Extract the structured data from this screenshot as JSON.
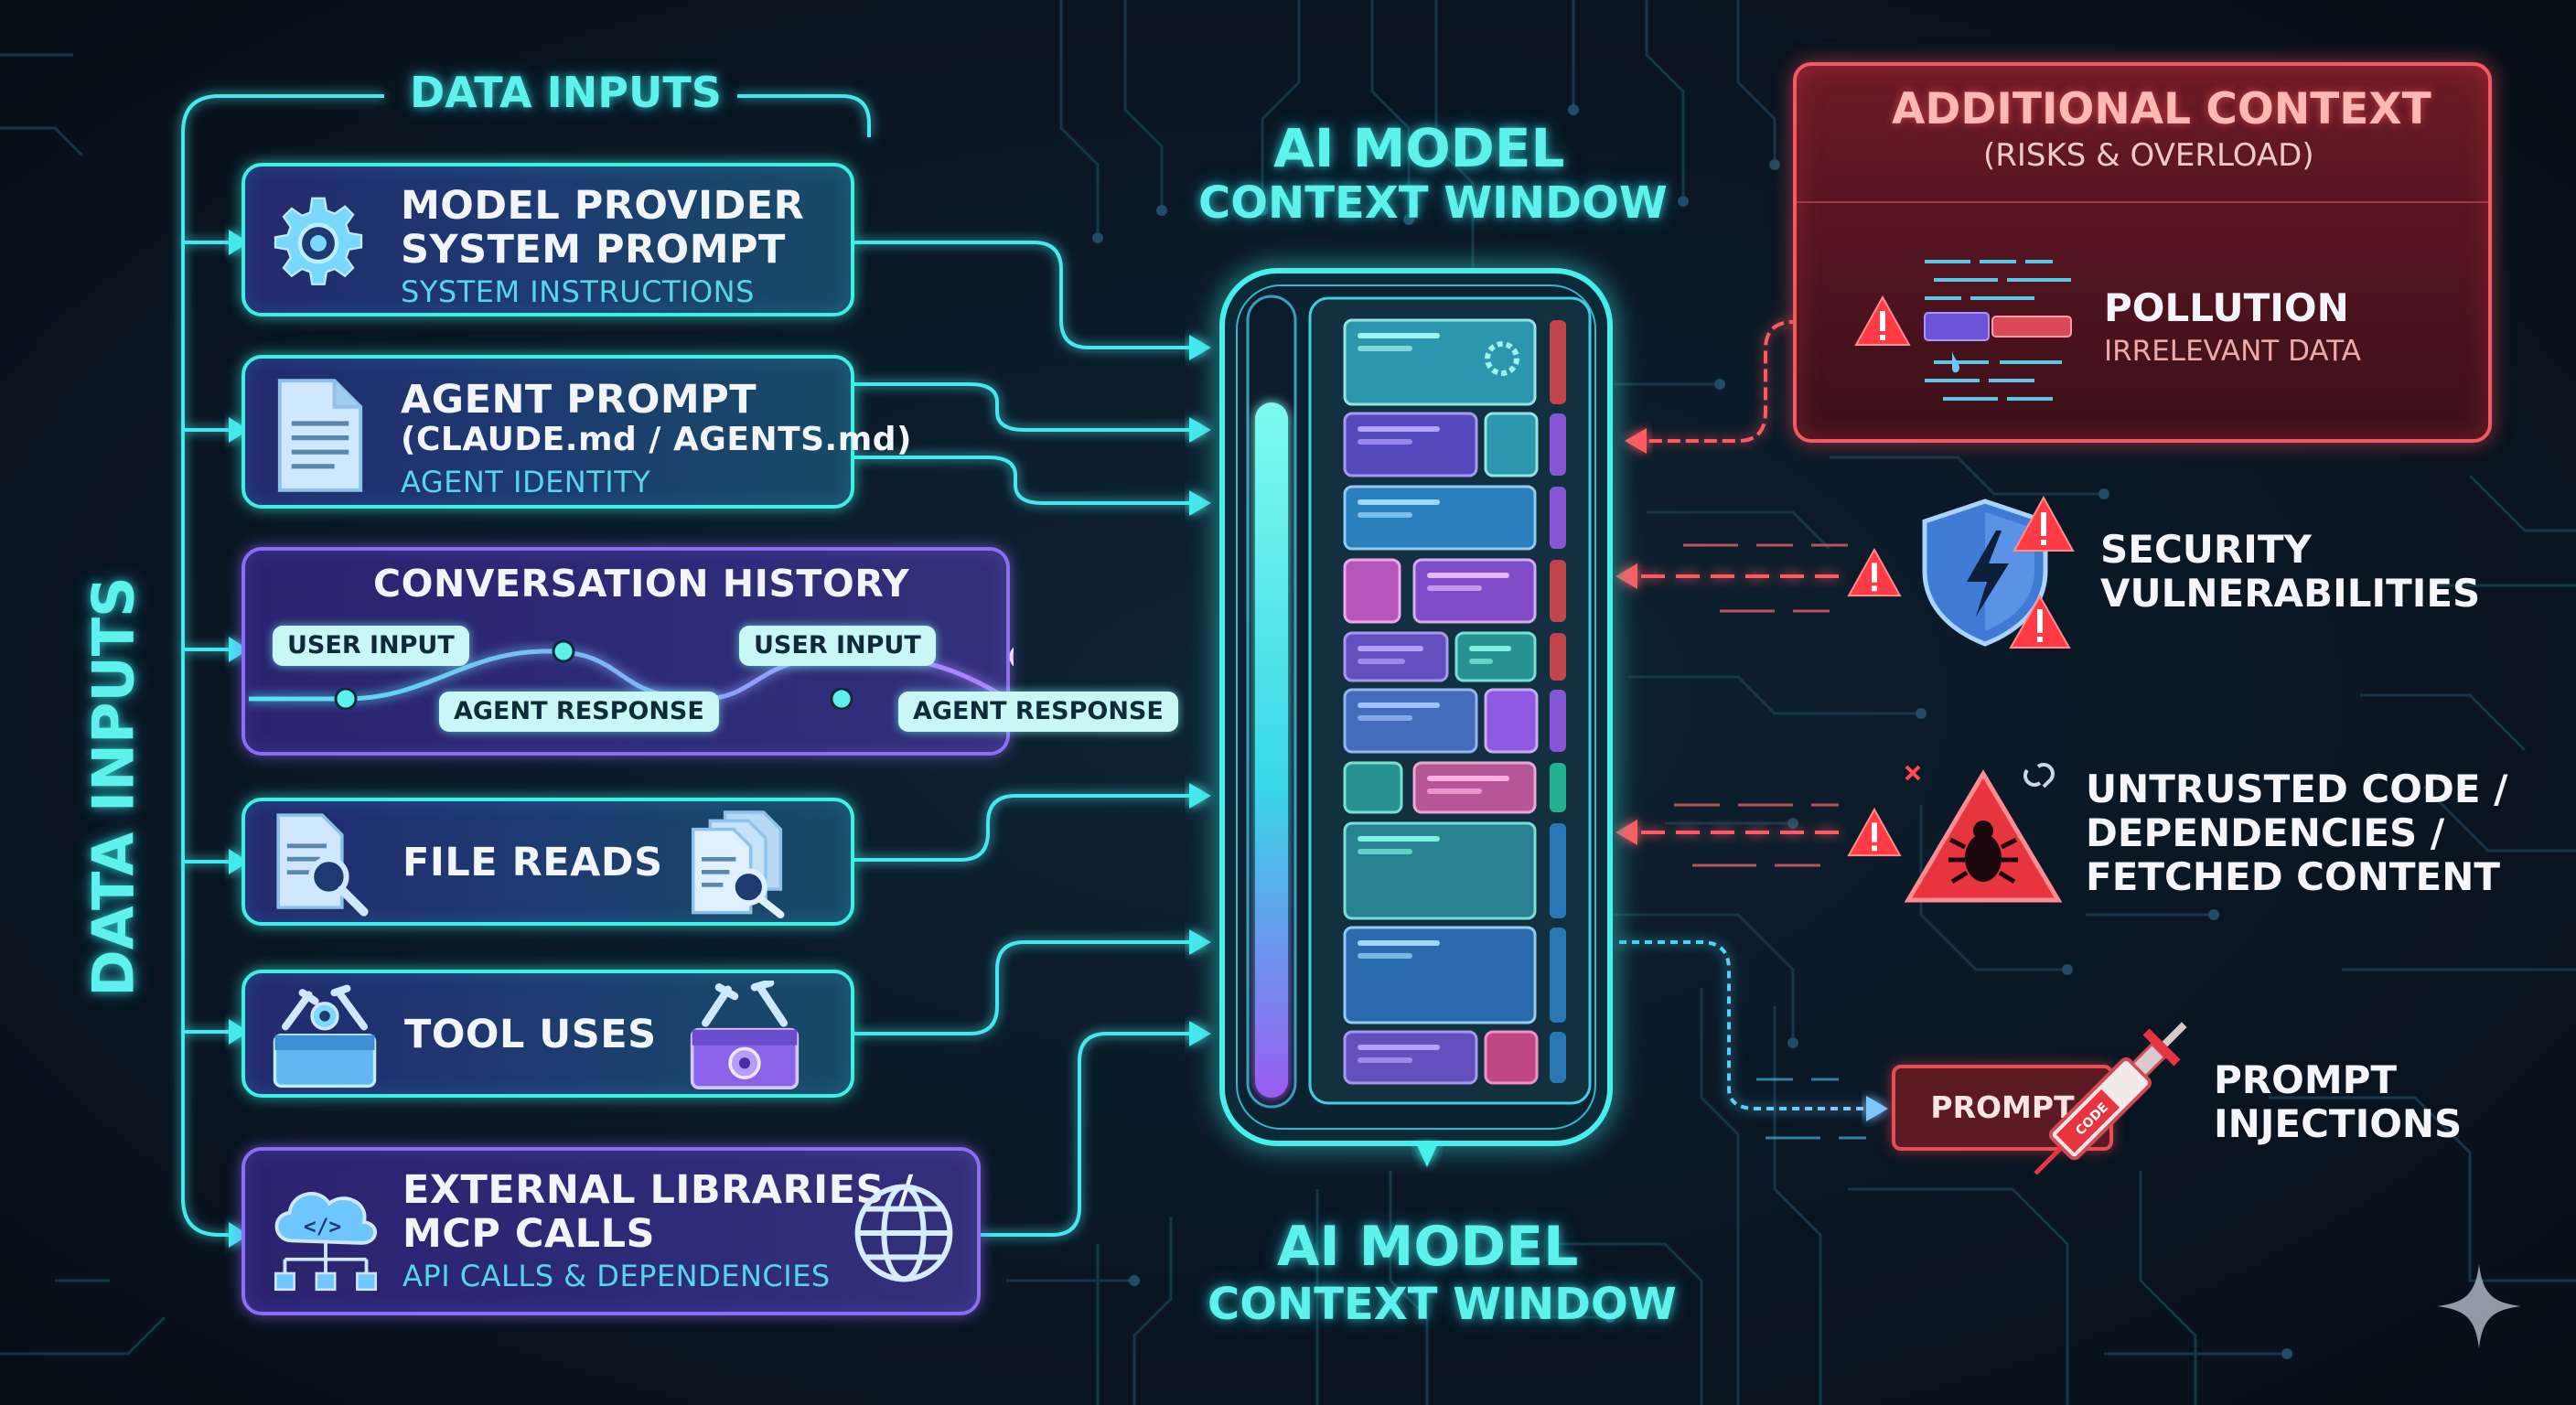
{
  "title_top": {
    "line1": "AI MODEL",
    "line2": "CONTEXT WINDOW"
  },
  "title_bottom": {
    "line1": "AI MODEL",
    "line2": "CONTEXT WINDOW"
  },
  "data_inputs_label": "DATA INPUTS",
  "data_inputs_vertical": "DATA INPUTS",
  "inputs": [
    {
      "title1": "MODEL PROVIDER",
      "title2": "SYSTEM PROMPT",
      "sub": "SYSTEM INSTRUCTIONS",
      "icon": "gear-icon"
    },
    {
      "title1": "AGENT PROMPT",
      "title2": "(CLAUDE.md / AGENTS.md)",
      "sub": "AGENT IDENTITY",
      "icon": "document-icon"
    },
    {
      "title1": "CONVERSATION HISTORY",
      "pills": [
        "USER INPUT",
        "AGENT RESPONSE",
        "USER INPUT",
        "AGENT RESPONSE"
      ]
    },
    {
      "title1": "FILE READS",
      "icon": "file-search-icon"
    },
    {
      "title1": "TOOL USES",
      "icon": "toolbox-icon"
    },
    {
      "title1": "EXTERNAL LIBRARIES /",
      "title2": "MCP CALLS",
      "sub": "API CALLS & DEPENDENCIES",
      "icon": "cloud-network-icon"
    }
  ],
  "additional_context": {
    "title": "ADDITIONAL CONTEXT",
    "subtitle": "(RISKS & OVERLOAD)",
    "pollution_title": "POLLUTION",
    "pollution_sub": "IRRELEVANT DATA"
  },
  "risks": {
    "security": [
      "SECURITY",
      "VULNERABILITIES"
    ],
    "untrusted": [
      "UNTRUSTED CODE /",
      "DEPENDENCIES /",
      "FETCHED CONTENT"
    ],
    "injection": [
      "PROMPT",
      "INJECTIONS"
    ],
    "prompt_label": "PROMPT",
    "syringe_label": "CODE"
  },
  "colors": {
    "cyan": "#5df2ec",
    "purple": "#8c6df5",
    "red": "#f25a60",
    "background": "#0a1420"
  }
}
